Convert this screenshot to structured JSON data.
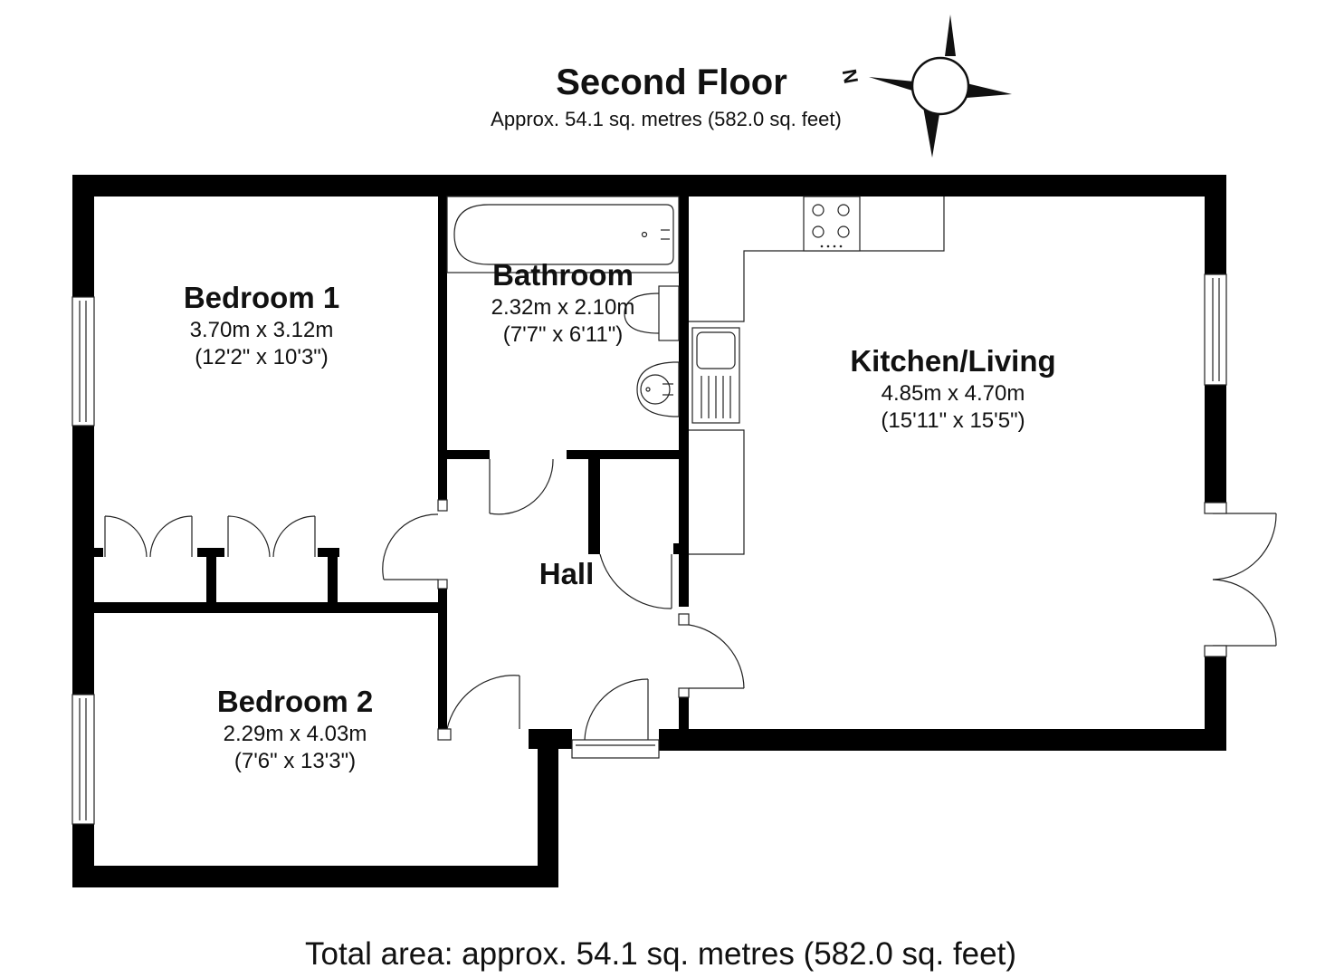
{
  "header": {
    "title": "Second Floor",
    "subtitle": "Approx. 54.1 sq. metres (582.0 sq. feet)",
    "compass_letter": "N"
  },
  "rooms": {
    "bedroom1": {
      "name": "Bedroom 1",
      "metric": "3.70m x 3.12m",
      "imperial": "(12'2\" x 10'3\")"
    },
    "bathroom": {
      "name": "Bathroom",
      "metric": "2.32m x 2.10m",
      "imperial": "(7'7\" x 6'11\")"
    },
    "kitchen": {
      "name": "Kitchen/Living",
      "metric": "4.85m x 4.70m",
      "imperial": "(15'11\" x 15'5\")"
    },
    "hall": {
      "name": "Hall"
    },
    "bedroom2": {
      "name": "Bedroom 2",
      "metric": "2.29m x 4.03m",
      "imperial": "(7'6\" x 13'3\")"
    }
  },
  "footer": {
    "total": "Total area: approx. 54.1 sq. metres (582.0 sq. feet)"
  },
  "colors": {
    "wall": "#000000",
    "line": "#222222",
    "background": "#ffffff"
  }
}
